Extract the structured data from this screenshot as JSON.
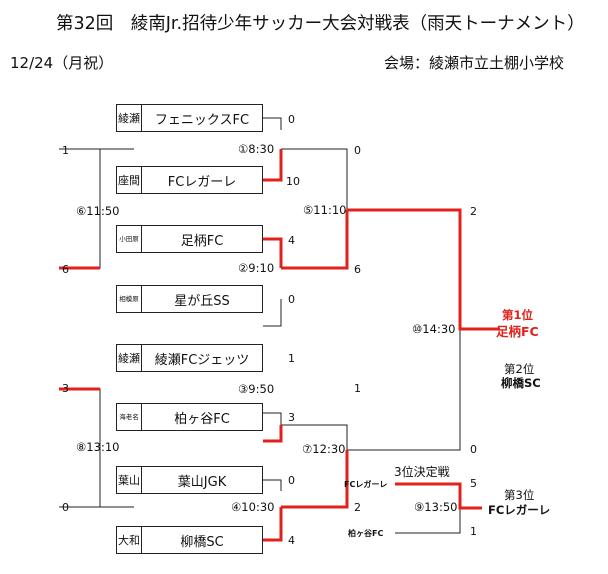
{
  "header": {
    "title": "第32回　綾南Jr.招待少年サッカー大会対戦表（雨天トーナメント）",
    "date": "12/24（月祝）",
    "venue": "会場：綾瀬市立土棚小学校"
  },
  "teams": [
    {
      "pref": "綾瀬",
      "name": "フェニックスFC"
    },
    {
      "pref": "座間",
      "name": "FCレガーレ"
    },
    {
      "pref": "小田原",
      "name": "足柄FC"
    },
    {
      "pref": "相模原",
      "name": "星が丘SS"
    },
    {
      "pref": "綾瀬",
      "name": "綾瀬FCジェッツ"
    },
    {
      "pref": "海老名",
      "name": "柏ヶ谷FC"
    },
    {
      "pref": "葉山",
      "name": "葉山JGK"
    },
    {
      "pref": "大和",
      "name": "柳橋SC"
    }
  ],
  "scores": {
    "m1_a": "0",
    "m1_b": "10",
    "m2_a": "4",
    "m2_b": "0",
    "m3_a": "1",
    "m3_b": "3",
    "m4_a": "0",
    "m4_b": "4",
    "m5_a": "0",
    "m5_b": "6",
    "m6_a": "1",
    "m6_b": "6",
    "m7_a": "1",
    "m7_b": "2",
    "m8_a": "3",
    "m8_b": "0",
    "m9_a": "5",
    "m9_b": "1",
    "m10_a": "2",
    "m10_b": "0"
  },
  "matches": {
    "m1": "①8:30",
    "m2": "②9:10",
    "m3": "③9:50",
    "m4": "④10:30",
    "m5": "⑤11:10",
    "m6": "⑥11:50",
    "m7": "⑦12:30",
    "m8": "⑧13:10",
    "m9": "⑨13:50",
    "m10": "⑩14:30"
  },
  "third_place": {
    "title": "3位決定戦",
    "team_a": "FCレガーレ",
    "team_b": "柏ヶ谷FC"
  },
  "results": {
    "first_label": "第1位",
    "first_team": "足柄FC",
    "second_label": "第2位",
    "second_team": "柳橋SC",
    "third_label": "第3位",
    "third_team": "FCレガーレ"
  },
  "colors": {
    "winner_line": "#e2211c",
    "line": "#222222"
  }
}
